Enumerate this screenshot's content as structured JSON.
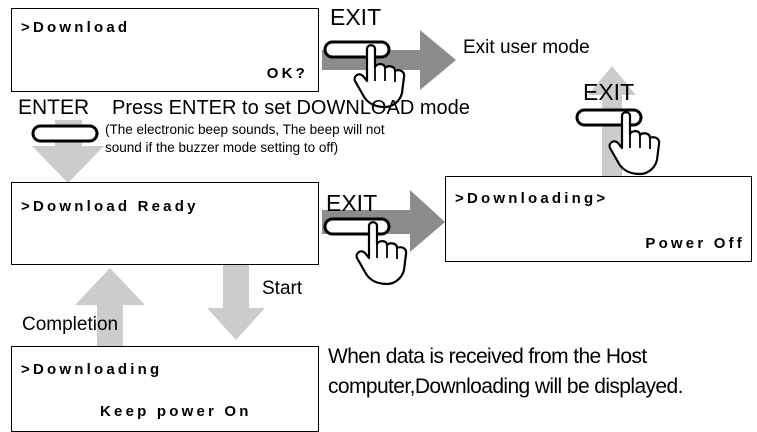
{
  "screens": {
    "download": {
      "line1": ">Download",
      "line2": "OK?"
    },
    "download_ready": {
      "line1": ">Download Ready",
      "line2": ""
    },
    "downloading_off": {
      "line1": ">Downloading>",
      "line2": "Power Off"
    },
    "downloading_on": {
      "line1": ">Downloading",
      "line2": "Keep power On"
    }
  },
  "keys": {
    "exit": "EXIT",
    "enter": "ENTER"
  },
  "labels": {
    "exit_user_mode": "Exit user mode",
    "enter_instruction": "Press ENTER to set DOWNLOAD mode",
    "beep_note_1": "(The electronic beep sounds, The beep will not",
    "beep_note_2": "sound if the buzzer mode setting to off)",
    "start": "Start",
    "completion": "Completion",
    "host_note_1": "When data is received from the Host",
    "host_note_2": "computer,Downloading will be displayed."
  },
  "colors": {
    "arrow_dark": "#8c8c8c",
    "arrow_light": "#cccccc",
    "outline": "#000000"
  },
  "icons": [
    "hand-press-icon",
    "key-button-icon"
  ]
}
